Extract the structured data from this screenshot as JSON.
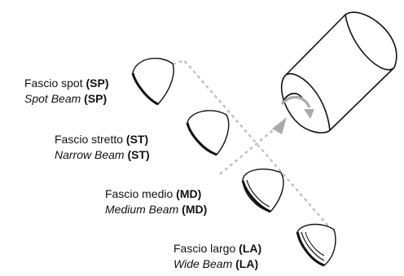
{
  "beams": [
    {
      "name_it": "Fascio spot",
      "code_it": "(SP)",
      "name_en": "Spot Beam",
      "code_en": "(SP)"
    },
    {
      "name_it": "Fascio stretto",
      "code_it": "(ST)",
      "name_en": "Narrow Beam",
      "code_en": "(ST)"
    },
    {
      "name_it": "Fascio medio",
      "code_it": "(MD)",
      "name_en": "Medium Beam",
      "code_en": "(MD)"
    },
    {
      "name_it": "Fascio largo",
      "code_it": "(LA)",
      "name_en": "Wide Beam",
      "code_en": "(LA)"
    }
  ],
  "colors": {
    "outline": "#111111",
    "dotted_path": "#bbbbbb",
    "arrow": "#aaaaaa"
  }
}
